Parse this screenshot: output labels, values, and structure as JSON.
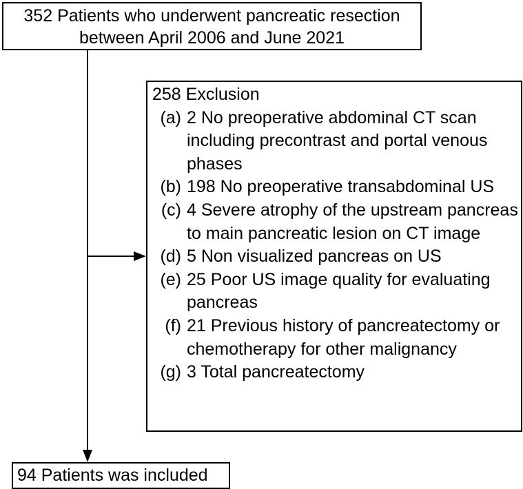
{
  "source_box": {
    "line1": "352 Patients who underwent pancreatic resection",
    "line2": "between April 2006 and June 2021"
  },
  "exclusion_box": {
    "title": "258 Exclusion",
    "items": [
      {
        "letter": "(a)",
        "text": "2 No preoperative abdominal CT scan including precontrast and portal venous phases"
      },
      {
        "letter": "(b)",
        "text": "198 No preoperative transabdominal US"
      },
      {
        "letter": "(c)",
        "text": "4 Severe atrophy of the upstream pancreas to main pancreatic lesion on CT image"
      },
      {
        "letter": "(d)",
        "text": "5 Non visualized pancreas on US"
      },
      {
        "letter": "(e)",
        "text": "25 Poor US image quality for evaluating pancreas"
      },
      {
        "letter": "(f)",
        "text": "21 Previous history of pancreatectomy or chemotherapy for other malignancy"
      },
      {
        "letter": "(g)",
        "text": "3 Total pancreatectomy"
      }
    ]
  },
  "result_box": {
    "text": "94 Patients was included"
  },
  "colors": {
    "line": "#000000",
    "background": "#ffffff"
  }
}
